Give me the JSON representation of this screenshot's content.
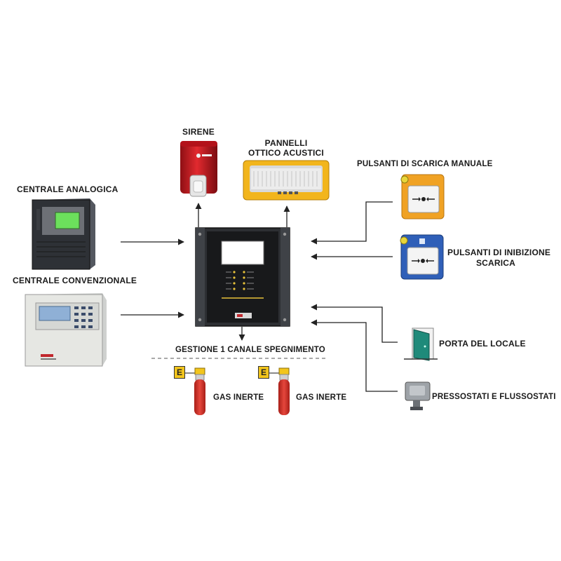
{
  "labels": {
    "sirene": "SIRENE",
    "pannelli_line1": "PANNELLI",
    "pannelli_line2": "OTTICO ACUSTICI",
    "pulsanti_scarica": "PULSANTI DI SCARICA MANUALE",
    "centrale_analogica": "CENTRALE ANALOGICA",
    "centrale_convenzionale": "CENTRALE CONVENZIONALE",
    "pulsanti_inibizione_line1": "PULSANTI DI INIBIZIONE",
    "pulsanti_inibizione_line2": "SCARICA",
    "gestione": "GESTIONE 1 CANALE SPEGNIMENTO",
    "porta": "PORTA DEL LOCALE",
    "pressostati": "PRESSOSTATI E FLUSSOSTATI",
    "gas_inerte_1": "GAS INERTE",
    "gas_inerte_2": "GAS INERTE",
    "valve_tag_1": "E",
    "valve_tag_2": "E"
  },
  "colors": {
    "arrow": "#222222",
    "panel_dark": "#2e3033",
    "siren_red": "#c8161d",
    "yellow": "#f2b51c",
    "orange_button": "#f0a224",
    "blue_button": "#2f5fb8",
    "door_teal": "#1f8a7a",
    "cylinder_red": "#d9342b"
  }
}
